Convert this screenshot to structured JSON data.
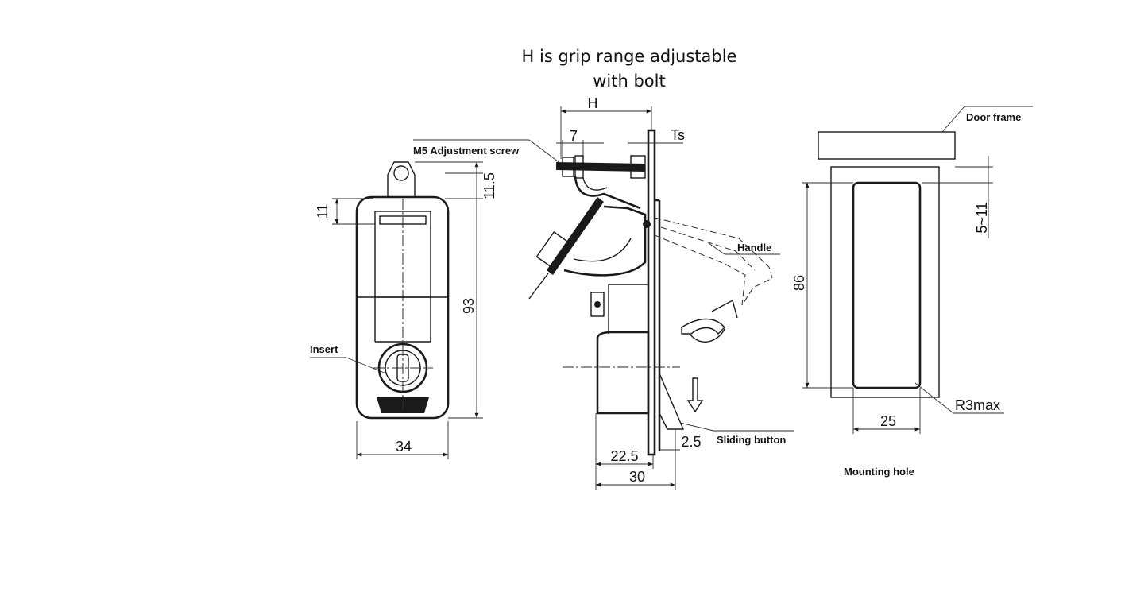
{
  "caption": {
    "line1": "H is grip range adjustable",
    "line2": "with bolt"
  },
  "front_view": {
    "dim_width": "34",
    "dim_height": "93",
    "dim_top": "11.5",
    "dim_left": "11",
    "label_insert": "Insert"
  },
  "side_view": {
    "dim_grip": "H",
    "dim_screw": "7",
    "dim_thickness": "Ts",
    "dim_body": "22.5",
    "dim_total": "30",
    "dim_button": "2.5",
    "label_screw": "M5 Adjustment screw",
    "label_handle": "Handle",
    "label_button": "Sliding button"
  },
  "mounting_view": {
    "label_frame": "Door frame",
    "dim_offset": "5~11",
    "dim_height": "86",
    "dim_width": "25",
    "dim_radius": "R3max",
    "label_title": "Mounting hole"
  }
}
